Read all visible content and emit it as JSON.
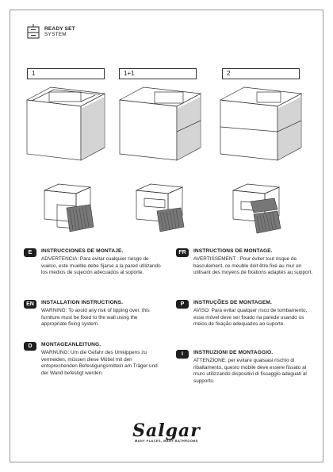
{
  "system_badge": {
    "line1": "READY SET",
    "line2": "SYSTEM"
  },
  "variants": [
    "1",
    "1+1",
    "2"
  ],
  "instructions": [
    {
      "lang": "E",
      "title": "INSTRUCCIONES DE MONTAJE.",
      "body": "ADVERTENCIA: Para evitar cualquier riesgo de vuelco, este mueble debe fijarse a la pared utilizando los  medios de sujeción adecuados al soporte."
    },
    {
      "lang": "FR",
      "title": "INSTRUCTIONS DE MONTAGE.",
      "body": "AVERTISSEMENT : Pour éviter tout risque de basculement, ce meuble doit être fixé au mur en utilisant des moyens de fixations adaptés au support."
    },
    {
      "lang": "EN",
      "title": "INSTALLATION INSTRUCTIONS.",
      "body": "WARNING: To avoid any risk of tipping over, this furniture must be fixed to the wall using the appropriate fixing system."
    },
    {
      "lang": "P",
      "title": "INSTRUÇÕES DE MONTAGEM.",
      "body": "AVISO: Para evitar qualquer risco de tombamento, esse móvel deve ser fixado na parede usando os meios de fixação adequados ao suporte."
    },
    {
      "lang": "D",
      "title": "MONTAGEANLEITUNG.",
      "body": "WARNUNG: Um die Gefahr des Umkippens zu vermeiden, müssen diese Möbel mit den entsprechenden Befestigungsmitteln am Träger und der Wand befestigt werden."
    },
    {
      "lang": "I",
      "title": "INSTRUZIONI DE MONTAGGIO.",
      "body": "ATTENZIONE: per evitare qualsiasi rischio di ribaltamento, questo mobile deve essere fissato al muro utilizzando dispositivi di fissaggio adeguati al supporto."
    }
  ],
  "brand": {
    "name": "Salgar",
    "tagline": "MANY PLACES, MANY BATHROOMS"
  }
}
